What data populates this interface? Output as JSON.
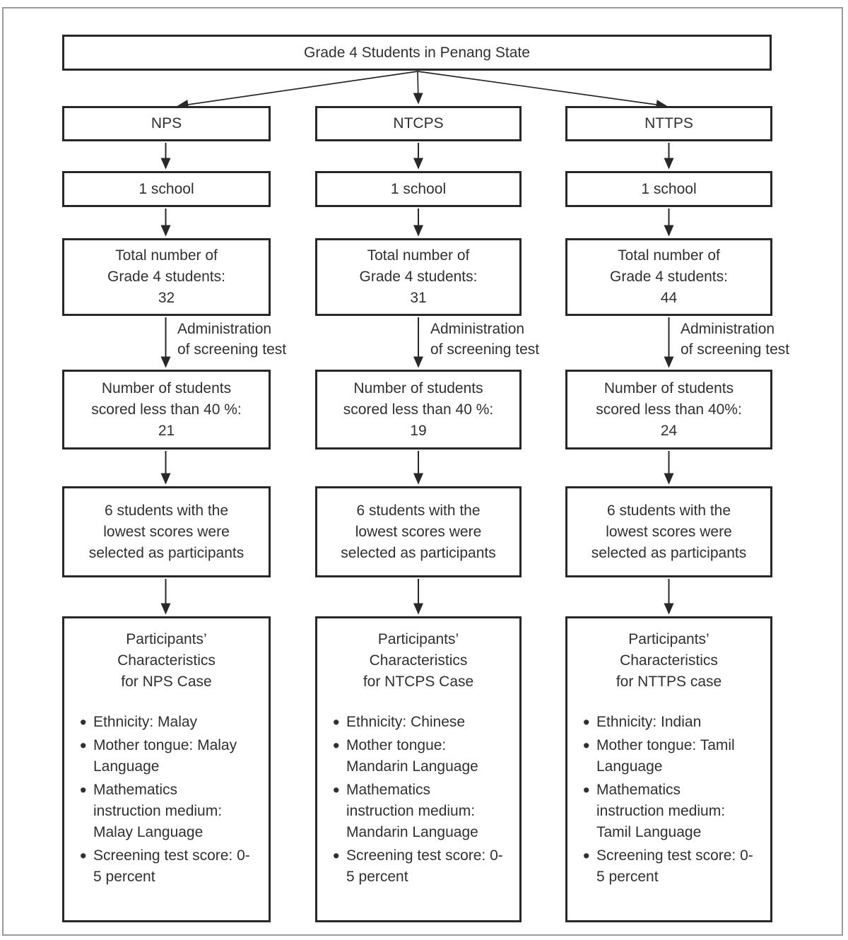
{
  "figure": {
    "root_label": "Grade 4 Students in Penang State",
    "screening_arrow_label": [
      "Administration",
      "of screening test"
    ],
    "columns": [
      {
        "school_type": "NPS",
        "school_count": "1 school",
        "total_lines": [
          "Total number of",
          "Grade 4 students:",
          "32"
        ],
        "scored_lines": [
          "Number of students",
          "scored less than 40 %:",
          "21"
        ],
        "selected_lines": [
          "6 students with the",
          "lowest scores were",
          "selected as participants"
        ],
        "characteristics_title": [
          "Participants’",
          "Characteristics",
          "for NPS Case"
        ],
        "bullets": [
          [
            "Ethnicity: Malay"
          ],
          [
            "Mother tongue: Malay",
            "Language"
          ],
          [
            "Mathematics",
            "instruction medium:",
            "Malay Language"
          ],
          [
            "Screening test score: 0-",
            "5 percent"
          ]
        ]
      },
      {
        "school_type": "NTCPS",
        "school_count": "1 school",
        "total_lines": [
          "Total number of",
          "Grade 4 students:",
          "31"
        ],
        "scored_lines": [
          "Number of students",
          "scored less than 40 %:",
          "19"
        ],
        "selected_lines": [
          "6 students with the",
          "lowest scores were",
          "selected as participants"
        ],
        "characteristics_title": [
          "Participants’",
          "Characteristics",
          "for NTCPS Case"
        ],
        "bullets": [
          [
            "Ethnicity: Chinese"
          ],
          [
            "Mother tongue:",
            "Mandarin Language"
          ],
          [
            "Mathematics",
            "instruction medium:",
            "Mandarin Language"
          ],
          [
            "Screening test score: 0-",
            "5 percent"
          ]
        ]
      },
      {
        "school_type": "NTTPS",
        "school_count": "1 school",
        "total_lines": [
          "Total number of",
          "Grade 4 students:",
          "44"
        ],
        "scored_lines": [
          "Number of students",
          "scored less than 40%:",
          "24"
        ],
        "selected_lines": [
          "6 students with the",
          "lowest scores were",
          "selected as participants"
        ],
        "characteristics_title": [
          "Participants’",
          "Characteristics",
          "for NTTPS case"
        ],
        "bullets": [
          [
            "Ethnicity: Indian"
          ],
          [
            "Mother tongue: Tamil",
            "Language"
          ],
          [
            "Mathematics",
            "instruction medium:",
            "Tamil Language"
          ],
          [
            "Screening test score: 0-",
            "5 percent"
          ]
        ]
      }
    ],
    "colors": {
      "box_border": "#282828",
      "frame_border": "#9b9b9b",
      "text": "#303030",
      "arrow": "#282828"
    }
  }
}
